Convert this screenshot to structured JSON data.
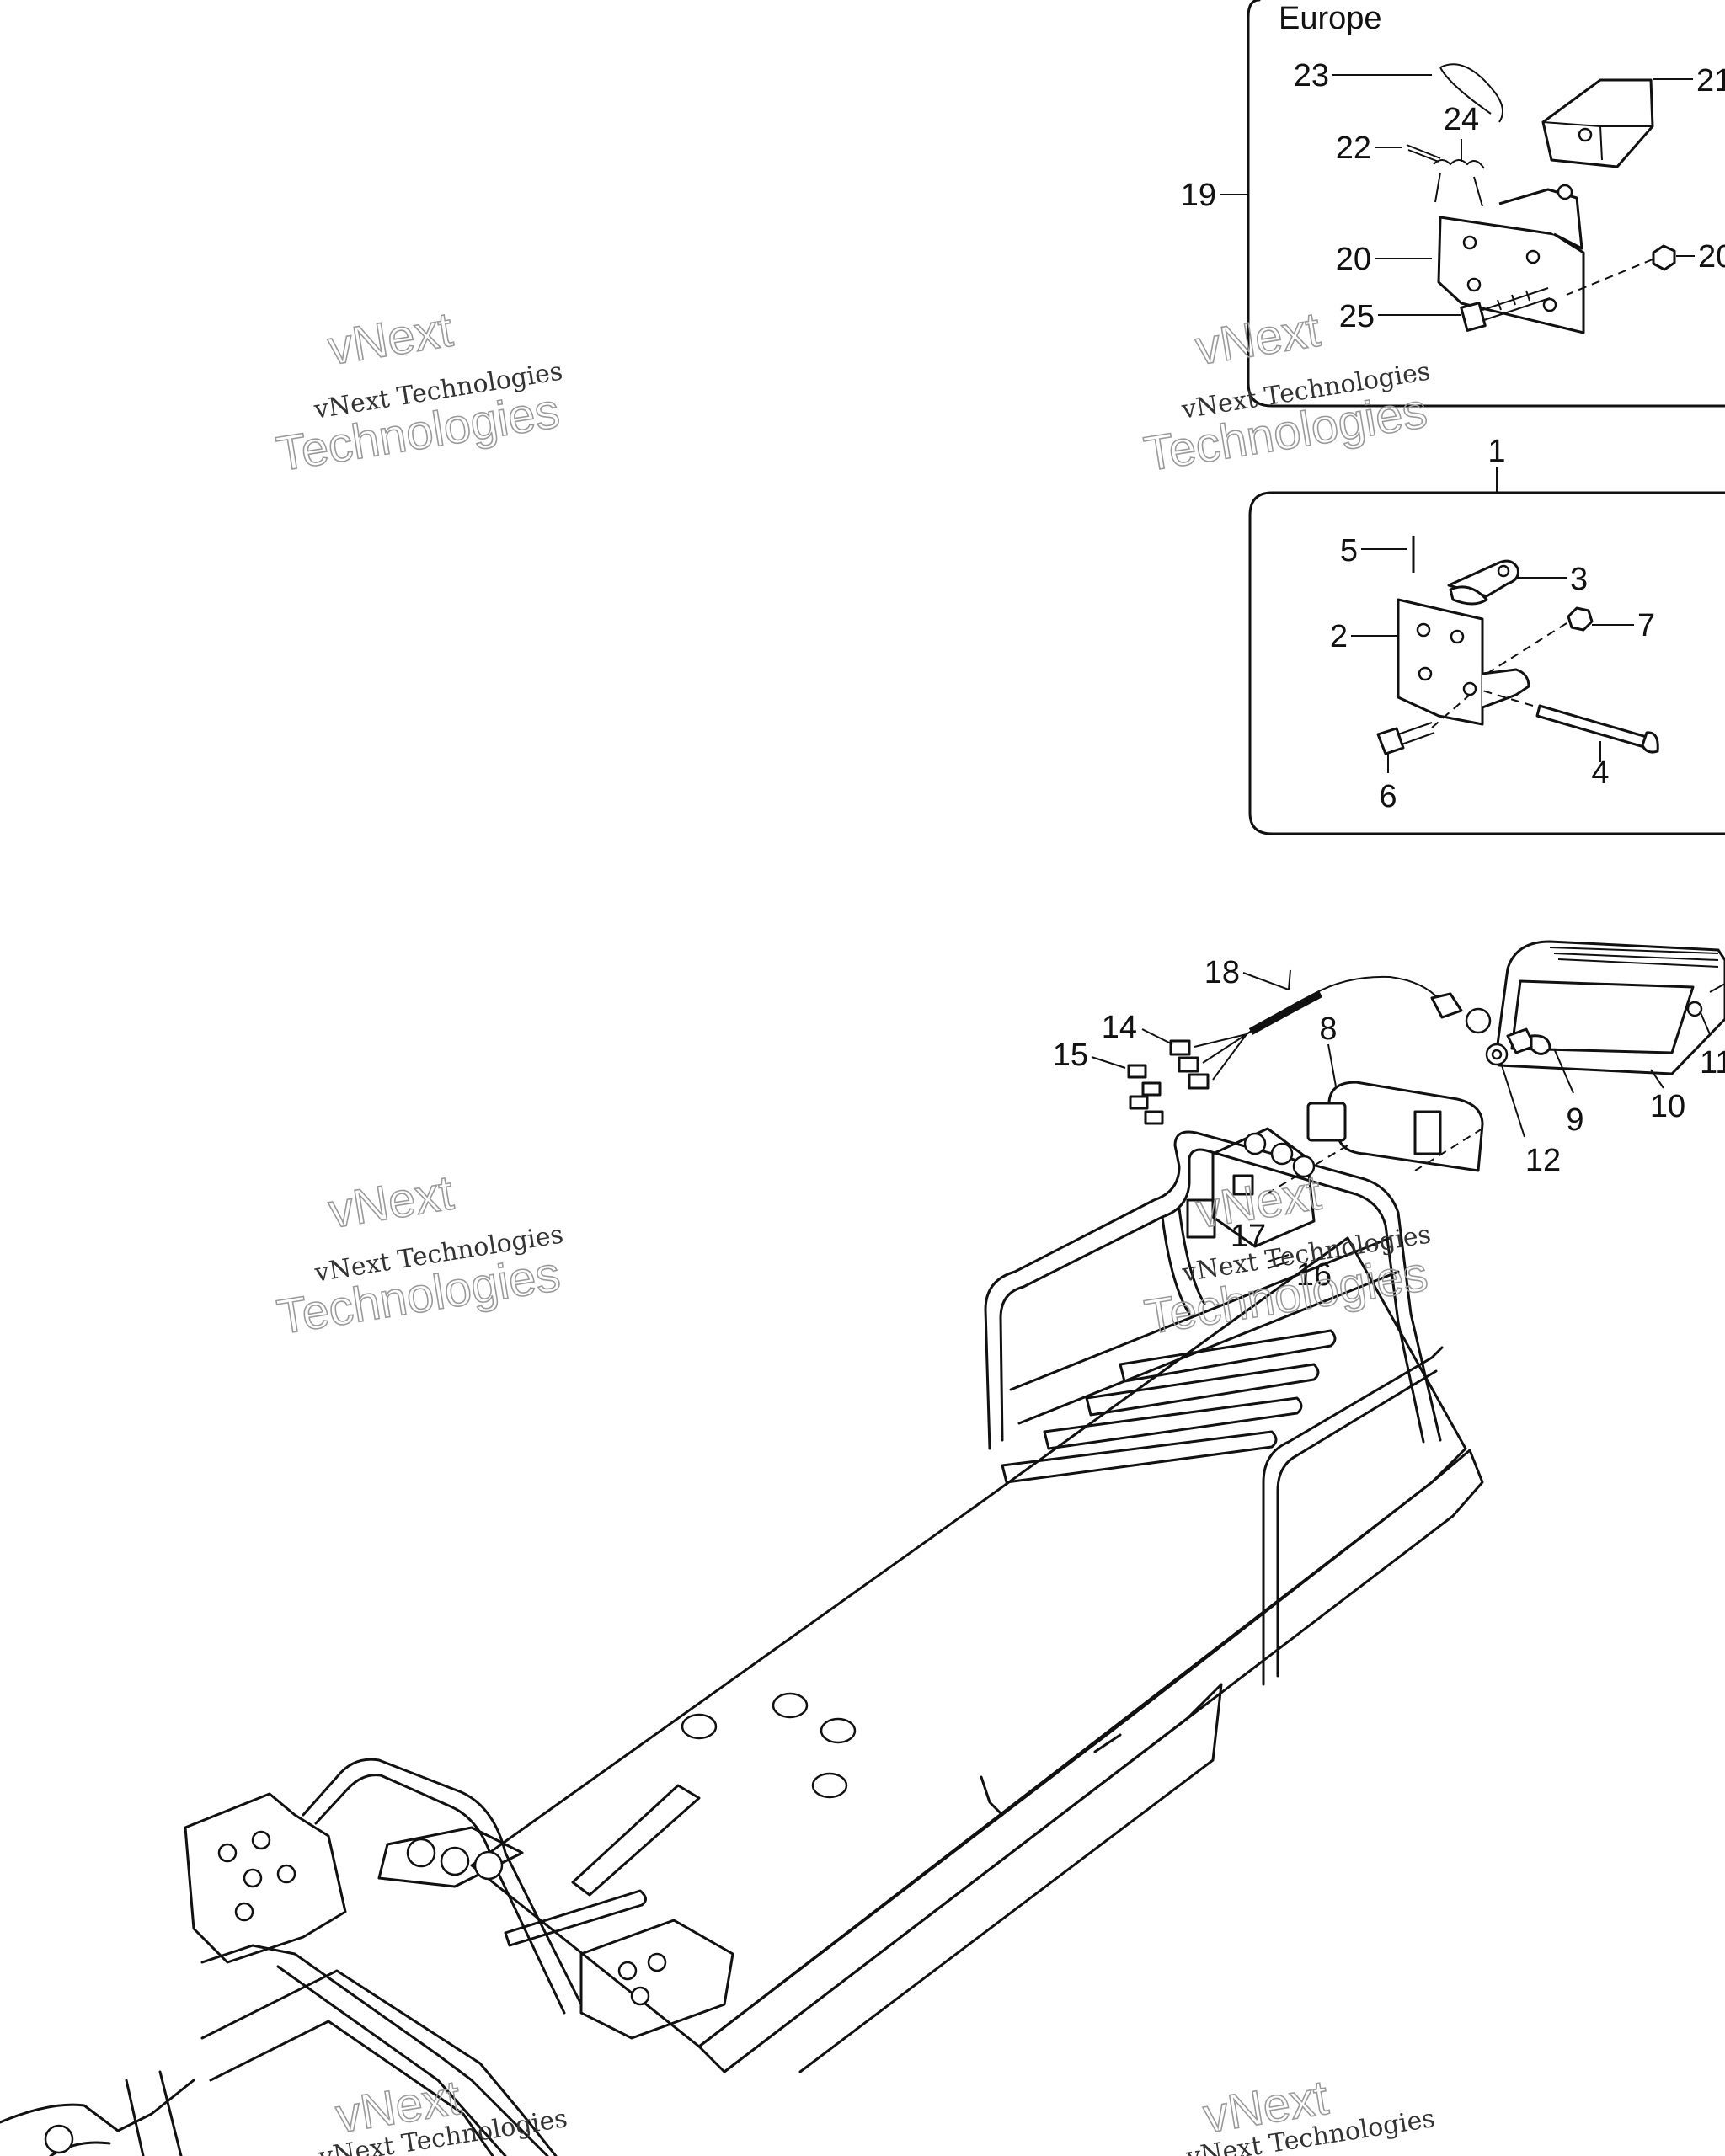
{
  "regions": {
    "europe_title": "Europe"
  },
  "callouts": {
    "c1": "1",
    "c2": "2",
    "c3": "3",
    "c4": "4",
    "c5": "5",
    "c6": "6",
    "c7": "7",
    "c8": "8",
    "c9": "9",
    "c10": "10",
    "c11": "11",
    "c12": "12",
    "c14": "14",
    "c15": "15",
    "c16": "16",
    "c17": "17",
    "c18": "18",
    "c19": "19",
    "c20a": "20",
    "c20b": "20",
    "c21": "21",
    "c22": "22",
    "c23": "23",
    "c24": "24",
    "c25": "25"
  },
  "watermark": {
    "line_small": "vNext Technologies",
    "line_big_1": "vNext",
    "line_big_2": "Technologies"
  }
}
